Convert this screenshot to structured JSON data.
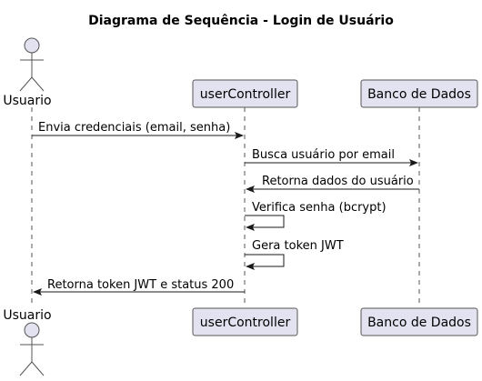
{
  "diagram": {
    "title": "Diagrama de Sequência - Login de Usuário",
    "colors": {
      "participant_fill": "#E2E2F0",
      "participant_stroke": "#555555",
      "arrow": "#181818"
    },
    "participants": [
      {
        "id": "usuario",
        "label": "Usuario",
        "kind": "actor"
      },
      {
        "id": "controller",
        "label": "userController",
        "kind": "participant"
      },
      {
        "id": "db",
        "label": "Banco de Dados",
        "kind": "participant"
      }
    ],
    "messages": [
      {
        "from": "usuario",
        "to": "controller",
        "label": "Envia credenciais (email, senha)"
      },
      {
        "from": "controller",
        "to": "db",
        "label": "Busca usuário por email"
      },
      {
        "from": "db",
        "to": "controller",
        "label": "Retorna dados do usuário"
      },
      {
        "from": "controller",
        "to": "controller",
        "label": "Verifica senha (bcrypt)"
      },
      {
        "from": "controller",
        "to": "controller",
        "label": "Gera token JWT"
      },
      {
        "from": "controller",
        "to": "usuario",
        "label": "Retorna token JWT e status 200"
      }
    ]
  }
}
